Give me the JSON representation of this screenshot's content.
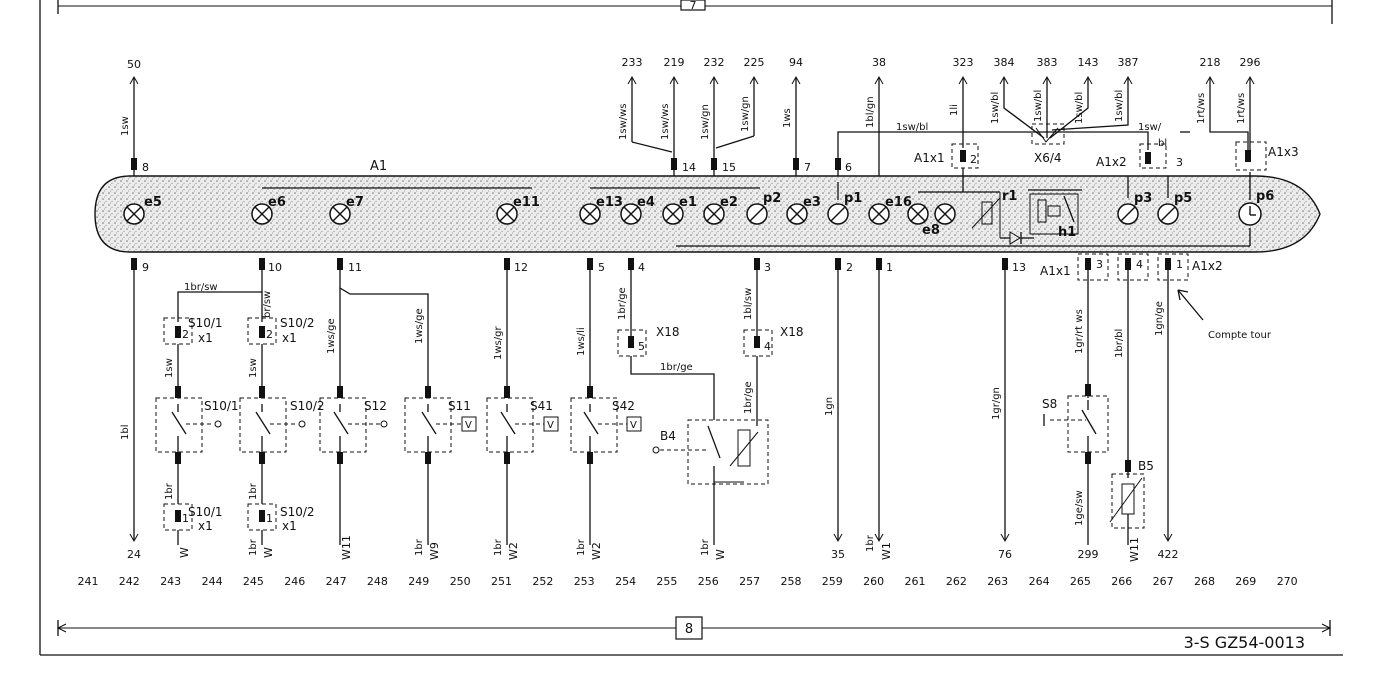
{
  "cluster_label": "A1",
  "top_wires": [
    {
      "num": "50",
      "wire": "1sw",
      "pin": "8"
    },
    {
      "num": "233",
      "wire": "1sw/ws"
    },
    {
      "num": "219",
      "wire": "1sw/ws",
      "pin": "14"
    },
    {
      "num": "232",
      "wire": "1sw/gn",
      "pin": "15"
    },
    {
      "num": "225",
      "wire": "1sw/gn"
    },
    {
      "num": "94",
      "wire": "1ws",
      "pin": "7"
    },
    {
      "num": "38",
      "wire": "1bl/gn",
      "pin": "6"
    },
    {
      "num": "323",
      "wire": "1li",
      "pin": "2"
    },
    {
      "num": "384",
      "wire": "1sw/bl"
    },
    {
      "num": "383",
      "wire": "1sw/bl"
    },
    {
      "num": "143",
      "wire": "1sw/bl"
    },
    {
      "num": "387",
      "wire": "1sw/bl"
    },
    {
      "num": "218",
      "wire": "1rt/ws"
    },
    {
      "num": "296",
      "wire": "1rt/ws"
    }
  ],
  "bus_labels": {
    "swbl": "1sw/bl",
    "swbl_right": "1sw/",
    "bl": "bl",
    "pin3": "3"
  },
  "connectors": {
    "a1x1_top": "A1x1",
    "x64": "X6/4",
    "a1x2_top": "A1x2",
    "a1x3": "A1x3",
    "a1x1_bot": "A1x1",
    "a1x2_bot": "A1x2"
  },
  "lamps": [
    "e5",
    "e6",
    "e7",
    "e11",
    "e13",
    "e4",
    "e1",
    "e2",
    "p2",
    "e3",
    "p1",
    "e16",
    "e8",
    "r1",
    "h1",
    "p3",
    "p5",
    "p6"
  ],
  "bottom_pins": [
    "9",
    "10",
    "11",
    "12",
    "5",
    "4",
    "3",
    "2",
    "1",
    "13",
    "3",
    "4",
    "1"
  ],
  "switches": [
    {
      "name": "S10/1",
      "top_conn": "S10/1",
      "pin": "2",
      "x": "x1",
      "bot_conn": "S10/1",
      "bot_pin": "1",
      "bot_x": "x1"
    },
    {
      "name": "S10/2",
      "top_conn": "S10/2",
      "pin": "2",
      "x": "x1",
      "bot_conn": "S10/2",
      "bot_pin": "1",
      "bot_x": "x1"
    },
    {
      "name": "S12"
    },
    {
      "name": "S11",
      "box": "V"
    },
    {
      "name": "S41",
      "box": "V"
    },
    {
      "name": "S42",
      "box": "V"
    }
  ],
  "x18": {
    "label": "X18",
    "pin_left": "5",
    "pin_right": "4"
  },
  "b4": "B4",
  "s8": "S8",
  "b5": "B5",
  "wire_labels": {
    "w1br_sw": "1br/sw",
    "w_br_sw": "br/sw",
    "w1sw_a": "1sw",
    "w1sw_b": "1sw",
    "w1ws_ge_a": "1ws/ge",
    "w1ws_ge_b": "1ws/ge",
    "w1ws_gr": "1ws/gr",
    "w1ws_li": "1ws/li",
    "w1br_ge_a": "1br/ge",
    "w1br_ge_b": "1br/ge",
    "w1bl_sw": "1bl/sw",
    "w1br_ge_c": "1br/ge",
    "w1bl": "1bl",
    "w1gn": "1gn",
    "w1br_bot": "1br",
    "w1gr_gn": "1gr/gn",
    "w1gr_rt_ws": "1gr/rt ws",
    "w1br_bl": "1br/bl",
    "w1gn_ge": "1gn/ge",
    "w1ge_sw": "1ge/sw",
    "w1br_a": "1br",
    "w1br_b": "1br",
    "w1br_c": "1br",
    "w1br_d": "1br",
    "w1br_e": "1br",
    "w1br_f": "1br",
    "w1br_g": "1br"
  },
  "bottom_ends": [
    {
      "num": "24"
    },
    {
      "label": "W"
    },
    {
      "label": "W"
    },
    {
      "label": "W11"
    },
    {
      "label": "W9"
    },
    {
      "label": "W2"
    },
    {
      "label": "W2"
    },
    {
      "label": "W"
    },
    {
      "num": "35"
    },
    {
      "label": "W1"
    },
    {
      "num": "76"
    },
    {
      "num": "299"
    },
    {
      "label": "W11"
    },
    {
      "num": "422"
    }
  ],
  "columns": [
    "241",
    "242",
    "243",
    "244",
    "245",
    "246",
    "247",
    "248",
    "249",
    "250",
    "251",
    "252",
    "253",
    "254",
    "255",
    "256",
    "257",
    "258",
    "259",
    "260",
    "261",
    "262",
    "263",
    "264",
    "265",
    "266",
    "267",
    "268",
    "269",
    "270"
  ],
  "page_top": "7",
  "page_bottom": "8",
  "annotation": "Compte tour",
  "doc_code": "3-S GZ54-0013"
}
